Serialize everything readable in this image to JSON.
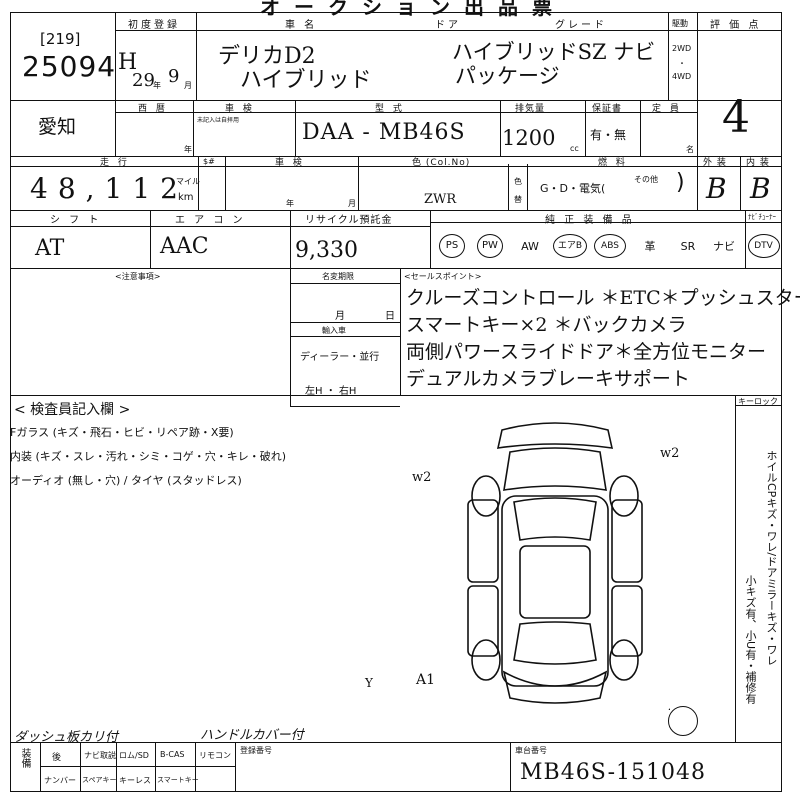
{
  "header": {
    "title": "オークション出品票"
  },
  "top": {
    "labels": {
      "first_reg": "初度登録",
      "car_name": "車 名",
      "door": "ドア",
      "grade": "グレード",
      "drive": "駆動",
      "score": "評 価 点"
    },
    "lot_bracket": "[219]",
    "lot_number": "25094",
    "era": "H",
    "reg_year": "29",
    "reg_year_unit": "年",
    "reg_month": "9",
    "reg_month_unit": "月",
    "car_name_line1": "デリカD2",
    "car_name_line2": "ハイブリッド",
    "grade_line1": "ハイブリッドSZ ナビ",
    "grade_line2": "パッケージ",
    "drive_2wd": "2WD",
    "drive_dot": "・",
    "drive_4wd": "4WD"
  },
  "row2": {
    "labels": {
      "region": "西 暦",
      "inspection": "車 検",
      "inspection_note": "未記入は自拝用",
      "year_unit": "年",
      "model": "型 式",
      "displacement": "排気量",
      "warranty": "保証書",
      "capacity": "定 員",
      "cc": "cc",
      "persons": "名"
    },
    "prefecture": "愛知",
    "model_code": "DAA - MB46S",
    "displacement_value": "1200",
    "warranty_value": "有・無",
    "score_value": "4"
  },
  "row3": {
    "labels": {
      "mileage": "走 行",
      "sdollar": "$#",
      "shaken": "車 検",
      "color": "色 (Col.No)",
      "fuel": "燃 料",
      "exterior": "外 装",
      "interior": "内 装",
      "km_top": "マイル",
      "km_bottom": "km",
      "year": "年",
      "month": "月",
      "color_side_a": "色",
      "color_side_b": "替",
      "fuel_other": "その他"
    },
    "mileage_value": "48,112",
    "color_code": "ZWR",
    "fuel_options": "G・D・電気(",
    "fuel_close": ")",
    "exterior_value": "B",
    "interior_value": "B"
  },
  "row4": {
    "labels": {
      "shift": "シ フ ト",
      "aircon": "エ ア コ ン",
      "recycle": "リサイクル預託金",
      "equipment": "純 正 装 備 品",
      "navi_tuner": "ﾅﾋﾞﾁｭｰﾅｰ"
    },
    "shift_value": "AT",
    "aircon_value": "AAC",
    "recycle_value": "9,330",
    "equipment_items": [
      "PS",
      "PW",
      "AW",
      "エアB",
      "ABS",
      "革",
      "SR",
      "ナビ",
      "DTV"
    ]
  },
  "notes": {
    "labels": {
      "caution": "<注意事項>",
      "expiry": "名変期限",
      "month": "月",
      "day": "日",
      "import": "輸入車",
      "sales_points": "<セールスポイント>"
    },
    "import_option1": "ディーラー・並行",
    "import_option2": "左H ・ 右H",
    "sales_lines": [
      "クルーズコントロール ＊ETC＊プッシュスタート",
      "スマートキー×2 ＊バックカメラ",
      "両側パワースライドドア＊全方位モニター",
      "デュアルカメラブレーキサポート"
    ]
  },
  "inspector": {
    "title": "< 検査員記入欄 >",
    "glass_line": "Fガラス (キズ・飛石・ヒビ・リペア跡・X要)",
    "interior_line": "内装 (キズ・スレ・汚れ・シミ・コゲ・穴・キレ・破れ)",
    "audio_line": "オーディオ (無し・穴) / タイヤ (スタッドレス)",
    "dash_note": "ダッシュ板カリ付",
    "handle_note": "ハンドルカバー付",
    "keyless_label": "キーロック",
    "side_note_1": "ホイルCPキズ・ワレ/ドアミラーキズ・ワレ",
    "side_note_2": "小キズ有、小U有・補修有",
    "marks": {
      "w2_left": "w2",
      "w2_right": "w2",
      "y1": "Y",
      "a1": "A1"
    }
  },
  "footer": {
    "row1": [
      "後",
      "ナビ取説",
      "ロム/SD",
      "B-CAS",
      "リモコン"
    ],
    "row2": [
      "ナンバー",
      "スペアキー",
      "キーレス",
      "スマートキー"
    ],
    "side": "装備",
    "registration_label": "登録番号",
    "chassis_label": "車台番号",
    "chassis_value": "MB46S-151048"
  }
}
